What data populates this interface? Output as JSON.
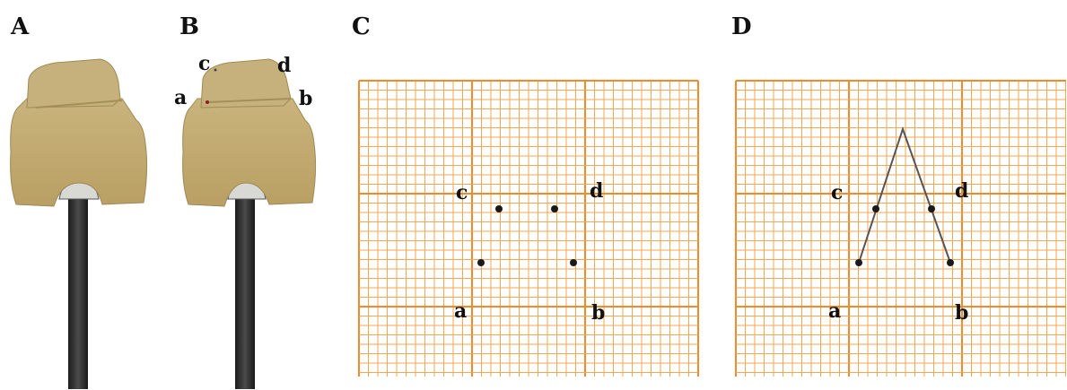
{
  "panels": {
    "A": {
      "letter": "A"
    },
    "B": {
      "letter": "B",
      "labels": {
        "a": "a",
        "b": "b",
        "c": "c",
        "d": "d"
      }
    },
    "C": {
      "letter": "C",
      "labels": {
        "a": "a",
        "b": "b",
        "c": "c",
        "d": "d"
      }
    },
    "D": {
      "letter": "D",
      "labels": {
        "a": "a",
        "b": "b",
        "c": "c",
        "d": "d"
      }
    }
  },
  "colors": {
    "grid_line": "#f5a655",
    "grid_major": "#f08a2a",
    "crown_top": "#c7b27f",
    "crown_body": "#c4ac6e",
    "crown_shadow": "#a8935a",
    "post": "#2e2e2e",
    "point": "#1a1a1a"
  }
}
